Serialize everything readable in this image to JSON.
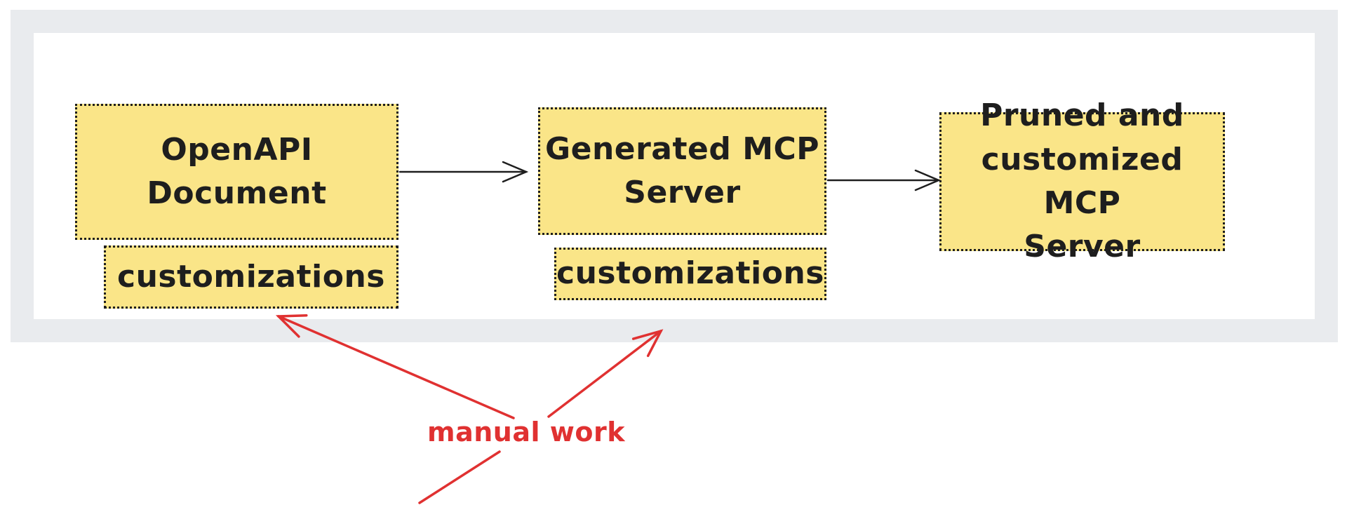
{
  "diagram": {
    "boxes": [
      {
        "id": "openapi-document",
        "label": "OpenAPI\nDocument"
      },
      {
        "id": "customizations-1",
        "label": "customizations"
      },
      {
        "id": "generated-mcp-server",
        "label": "Generated MCP\nServer"
      },
      {
        "id": "customizations-2",
        "label": "customizations"
      },
      {
        "id": "pruned-customized-mcp-server",
        "label": "Pruned and\ncustomized MCP\nServer"
      }
    ],
    "annotation": {
      "label": "manual work"
    },
    "arrows": [
      {
        "id": "openapi-to-generated",
        "color": "black"
      },
      {
        "id": "generated-to-pruned",
        "color": "black"
      },
      {
        "id": "manual-to-customizations-1",
        "color": "red"
      },
      {
        "id": "manual-to-customizations-2",
        "color": "red"
      },
      {
        "id": "offscreen-to-manual",
        "color": "red"
      }
    ]
  },
  "colors": {
    "ink": "#1e1e1e",
    "box_fill": "#fae588",
    "red": "#e03131",
    "frame_fill": "#e9ebee",
    "panel_fill": "#ffffff",
    "page_bg": "#ffffff"
  }
}
